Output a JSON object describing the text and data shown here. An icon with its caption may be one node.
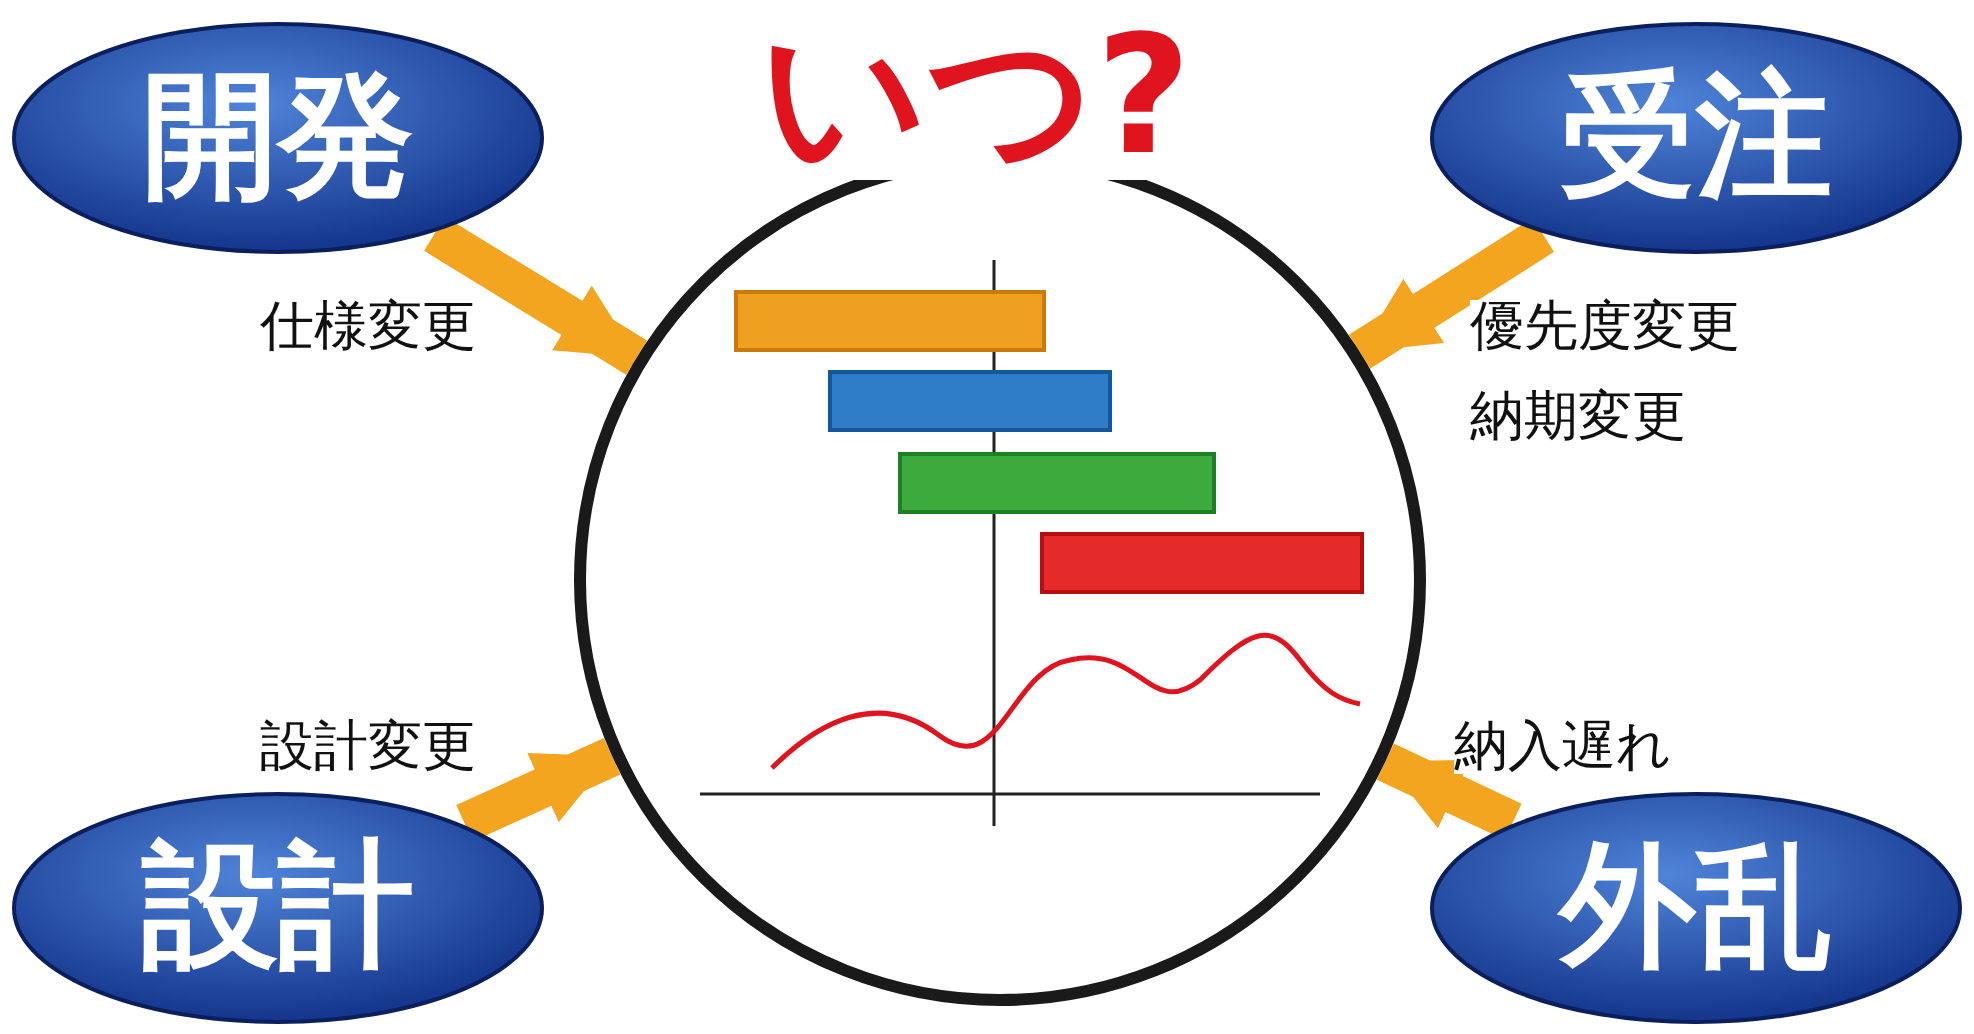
{
  "diagram": {
    "title": "いつ?",
    "nodes": [
      {
        "text": [
          "開発"
        ]
      },
      {
        "text": [
          "受注"
        ]
      },
      {
        "text": [],
        "shape": "circle"
      },
      {
        "text": [
          "設計"
        ]
      },
      {
        "text": [
          "外乱"
        ]
      }
    ],
    "edges": [
      {
        "from": 0,
        "to": 2,
        "arrow": "to",
        "label": "仕様変更"
      },
      {
        "from": 1,
        "to": 2,
        "arrow": "to",
        "label": "優先度変更"
      },
      {
        "from": 3,
        "to": 2,
        "arrow": "to",
        "label": "設計変更"
      },
      {
        "from": 4,
        "to": 2,
        "arrow": "to",
        "label": "納入遅れ"
      }
    ],
    "labels": [
      "納期変更"
    ]
  }
}
